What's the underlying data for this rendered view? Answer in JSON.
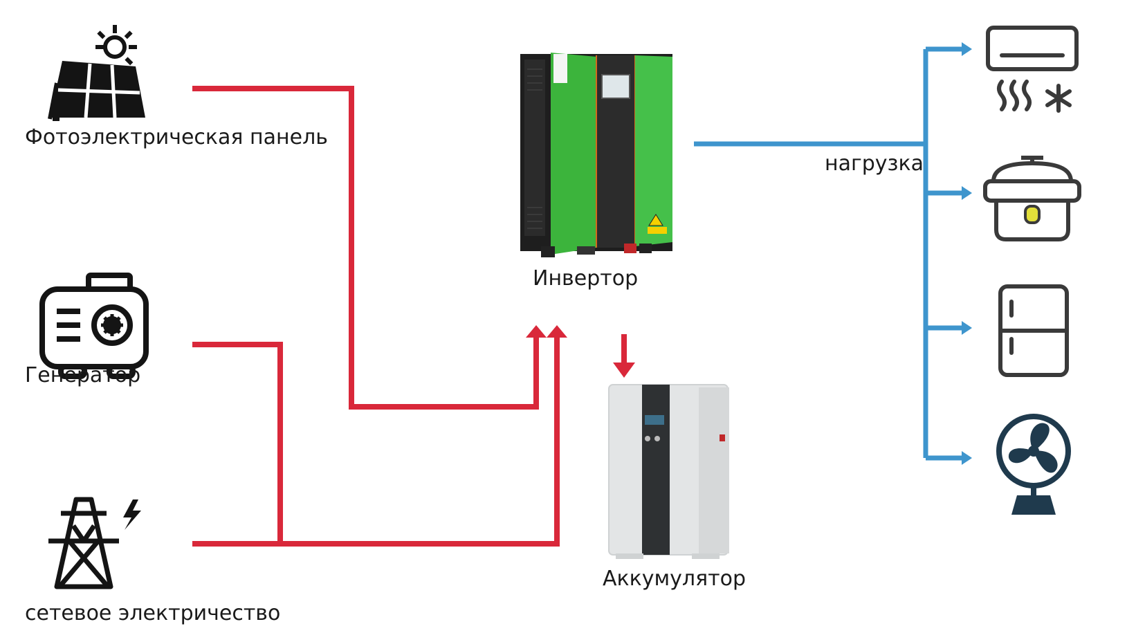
{
  "labels": {
    "pv_panel": "Фотоэлектрическая панель",
    "generator": "Генератор",
    "grid": "сетевое электричество",
    "inverter": "Инвертор",
    "battery": "Аккумулятор",
    "load": "нагрузка"
  },
  "colors": {
    "input_line": "#d9283a",
    "output_line": "#3e95cd",
    "icon": "#141414",
    "inverter_green": "#3fb53f",
    "inverter_dark": "#2c2c2c",
    "battery_body": "#e3e5e6"
  },
  "icons": [
    "solar-panel-icon",
    "generator-icon",
    "power-tower-icon",
    "air-conditioner-icon",
    "rice-cooker-icon",
    "refrigerator-icon",
    "fan-icon"
  ]
}
